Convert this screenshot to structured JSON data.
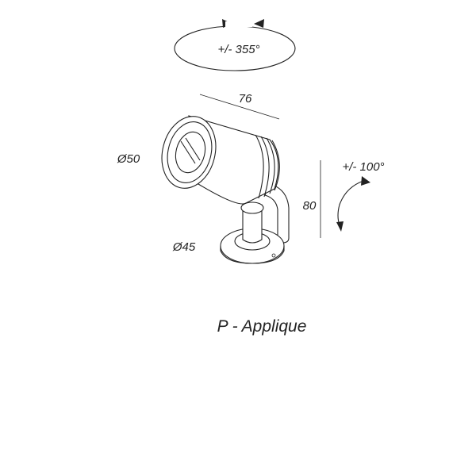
{
  "labels": {
    "pan_rotation": "+/- 355°",
    "length": "76",
    "head_diameter": "Ø50",
    "tilt_rotation": "+/- 100°",
    "height": "80",
    "base_diameter": "Ø45",
    "caption": "P - Applique"
  }
}
